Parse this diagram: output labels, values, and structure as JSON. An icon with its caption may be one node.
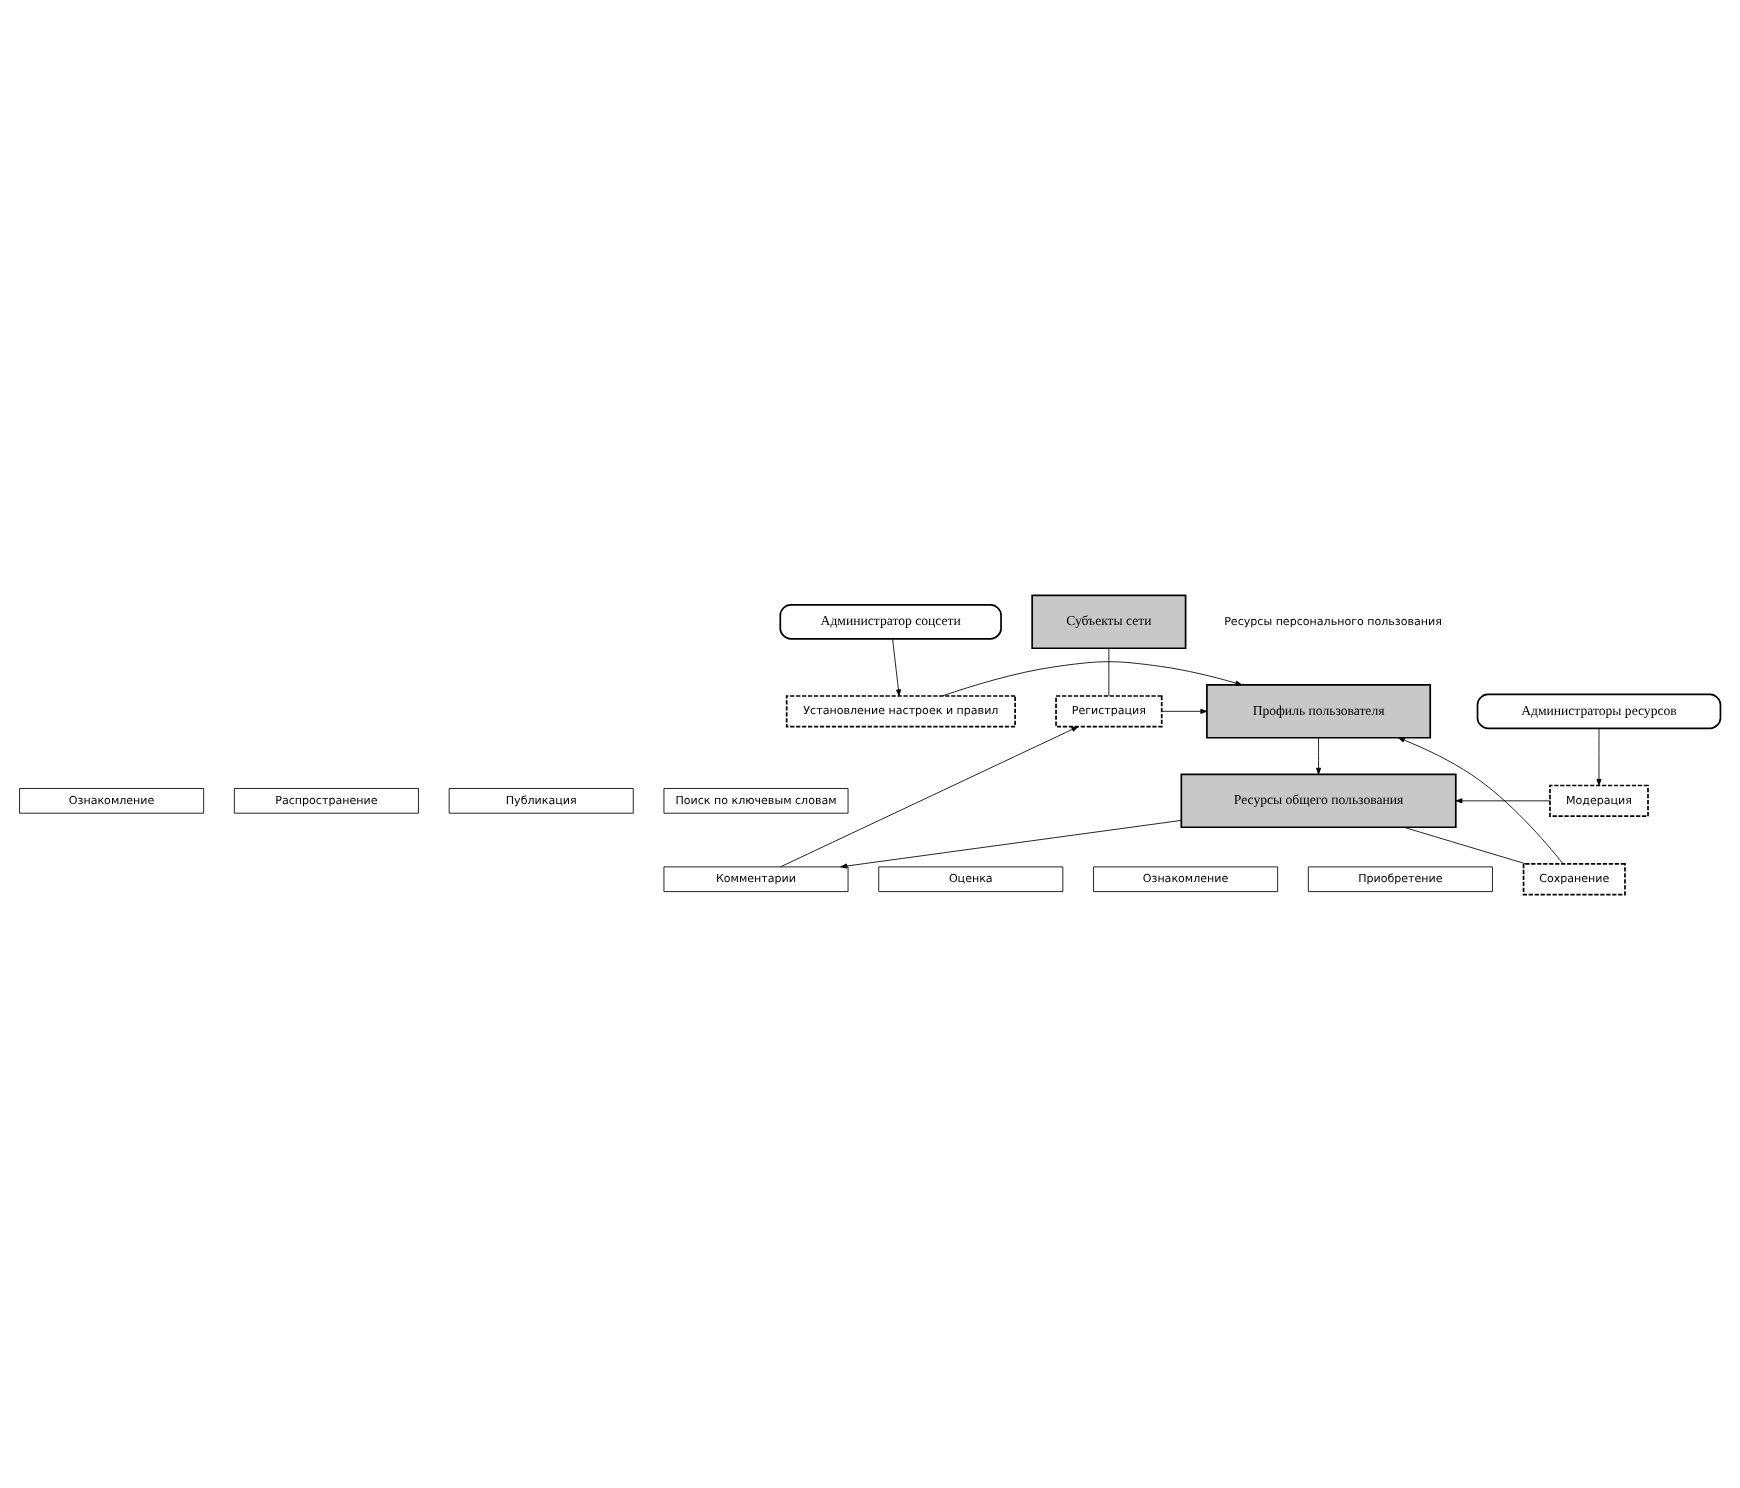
{
  "diagram": {
    "nodes": [
      {
        "text": [
          "Администратор соцсети"
        ]
      },
      {
        "text": [
          "Установление настроек и правил"
        ]
      },
      {
        "text": [
          "Профиль пользователя"
        ]
      },
      {
        "text": [
          "Регистрация"
        ]
      },
      {
        "text": [
          "Сохранение"
        ]
      },
      {
        "text": [
          "Администраторы ресурсов"
        ]
      },
      {
        "text": [
          "Модерация"
        ]
      },
      {
        "text": [
          "Ресурсы общего пользования"
        ]
      },
      {
        "text": [
          "Ознакомление"
        ]
      },
      {
        "text": [
          "Распространение"
        ]
      },
      {
        "text": [
          "Публикация"
        ]
      },
      {
        "text": [
          "Поиск по ключевым словам"
        ]
      },
      {
        "text": [
          "Комментарии"
        ]
      },
      {
        "text": [
          "Оценка"
        ]
      },
      {
        "text": [
          "Ознакомление"
        ]
      },
      {
        "text": [
          "Приобретение"
        ]
      },
      {
        "text": [
          "Субъекты сети"
        ]
      }
    ],
    "edges": [
      {
        "from": 0,
        "to": 1,
        "arrow": "to"
      },
      {
        "from": 1,
        "to": 2,
        "arrow": "to"
      },
      {
        "from": 3,
        "to": 2,
        "arrow": "to"
      },
      {
        "from": 2,
        "to": 7,
        "arrow": "to"
      },
      {
        "from": 7,
        "to": 4,
        "arrow": "none"
      },
      {
        "from": 4,
        "to": 2,
        "arrow": "to"
      },
      {
        "from": 5,
        "to": 6,
        "arrow": "to"
      },
      {
        "from": 6,
        "to": 7,
        "arrow": "to"
      },
      {
        "from": 7,
        "to": 12,
        "arrow": "to"
      },
      {
        "from": 12,
        "to": 3,
        "arrow": "to"
      },
      {
        "from": 16,
        "to": 3,
        "arrow": "none"
      }
    ],
    "labels": [
      "Ресурсы персонального пользования"
    ]
  }
}
